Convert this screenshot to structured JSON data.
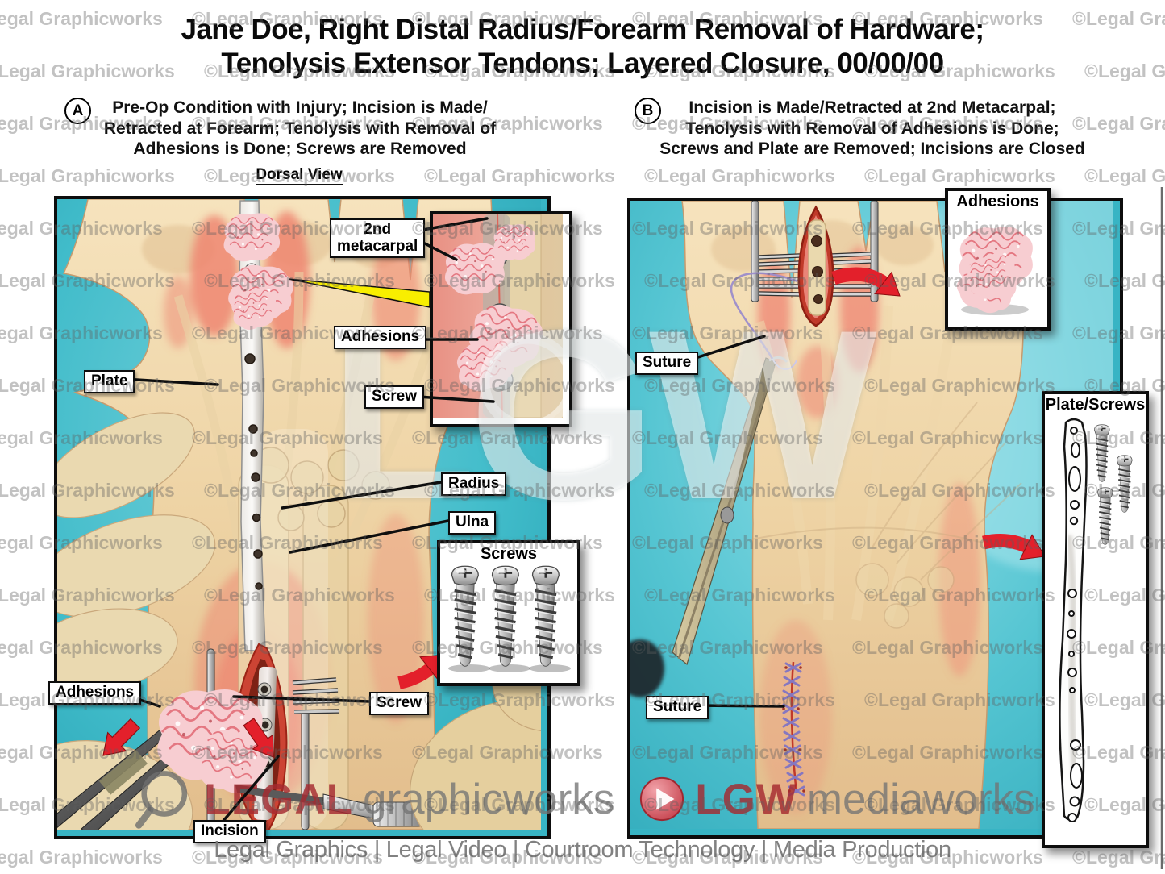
{
  "title": "Jane Doe, Right Distal Radius/Forearm Removal of Hardware;\nTenolysis Extensor Tendons; Layered Closure, 00/00/00",
  "panels": {
    "a": {
      "badge": "A",
      "heading": "Pre-Op Condition with Injury; Incision is Made/\nRetracted at Forearm; Tenolysis with Removal of\nAdhesions is Done; Screws are Removed",
      "view_label": "Dorsal View",
      "labels": {
        "metacarpal": "2nd\nmetacarpal",
        "adhesions_top": "Adhesions",
        "screw_top": "Screw",
        "plate": "Plate",
        "radius": "Radius",
        "ulna": "Ulna",
        "adhesions_bottom": "Adhesions",
        "screw_bottom": "Screw",
        "incision": "Incision"
      },
      "inset_screws_title": "Screws"
    },
    "b": {
      "badge": "B",
      "heading": "Incision is Made/Retracted at 2nd Metacarpal;\nTenolysis with Removal of Adhesions is Done;\nScrews and Plate are Removed; Incisions are Closed",
      "labels": {
        "suture_top": "Suture",
        "suture_bottom": "Suture"
      },
      "inset_adhesions_title": "Adhesions",
      "inset_plate_screws_title": "Plate/Screws"
    }
  },
  "watermarks": {
    "tile": "©Legal Graphicworks",
    "center": "LGW"
  },
  "footer": {
    "brand_primary": "LEGAL",
    "brand_primary_suffix": "graphicworks",
    "brand_secondary": "LGW",
    "brand_secondary_suffix": "mediaworks",
    "tagline": "Legal Graphics | Legal Video | Courtroom Technology | Media Production"
  },
  "colors": {
    "drape_teal": "#38b4c4",
    "accent_red": "#e3202b",
    "highlight_yellow": "#f8ee00",
    "suture_purple": "#8677c0",
    "brand_red": "#b23a42",
    "watermark_gray": "#6e6e6e",
    "skin": "#eed3a4"
  }
}
